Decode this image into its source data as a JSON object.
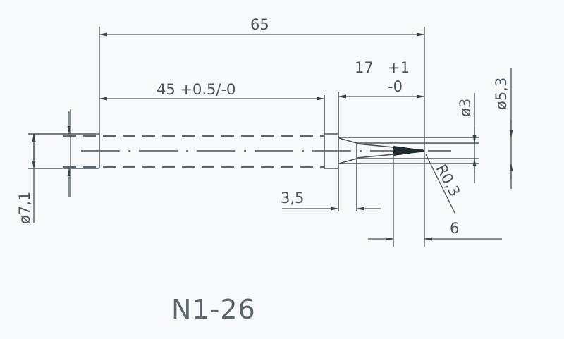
{
  "drawing": {
    "part_number": "N1-26",
    "dimensions": {
      "overall_length": "65",
      "shank_length": "45 +0.5/-0",
      "tip_length_nominal": "17",
      "tip_length_tol_upper": "+1",
      "tip_length_tol_lower": "-0",
      "shoulder_width": "3,5",
      "tip_taper": "6",
      "tip_radius": "R0,3",
      "shank_diameter": "ø7,1",
      "tip_diameter": "ø3",
      "tip_body_diameter": "ø5,3"
    },
    "colors": {
      "line": "#4a555e",
      "background": "#f7f9fa",
      "tip_fill": "#1e2a30"
    }
  }
}
